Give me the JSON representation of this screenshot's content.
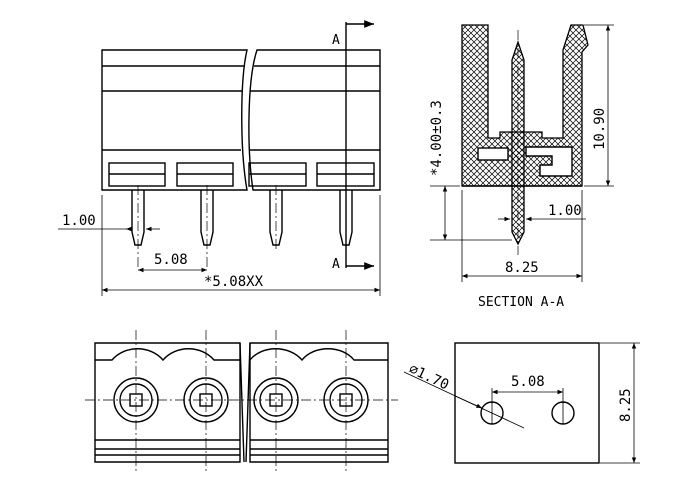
{
  "drawing": {
    "front_view": {
      "pin_diameter": "1.00",
      "pitch": "5.08",
      "overall_length": "*5.08XX",
      "section_marker": "A"
    },
    "section_view": {
      "height_total": "10.90",
      "pin_height": "*4.00±0.3",
      "pin_diameter": "1.00",
      "width": "8.25",
      "caption": "SECTION A-A"
    },
    "pcb_layout": {
      "hole_diameter": "∅1.70",
      "pitch": "5.08",
      "height": "8.25"
    }
  }
}
